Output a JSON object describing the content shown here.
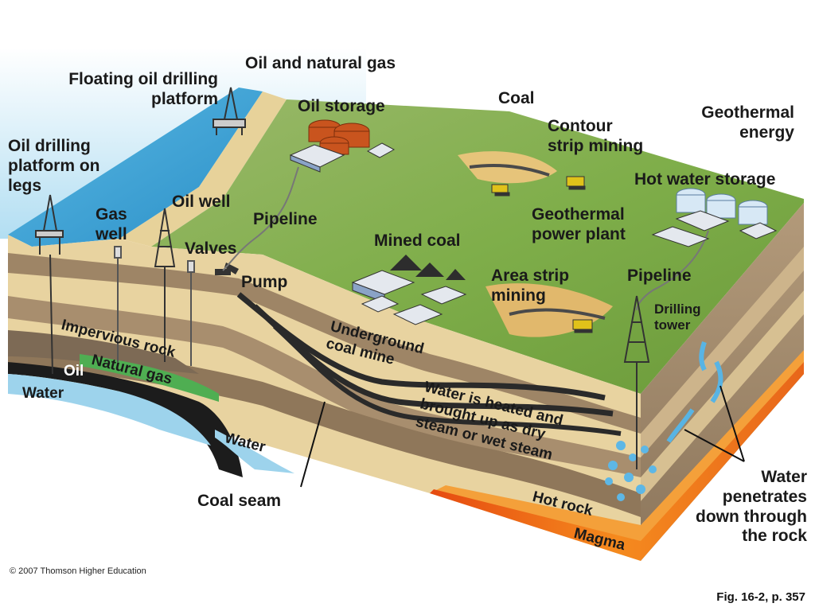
{
  "labels": {
    "oil_and_natural_gas": "Oil and natural gas",
    "floating_platform": [
      "Floating oil drilling",
      "platform"
    ],
    "oil_storage": "Oil storage",
    "coal": "Coal",
    "geothermal_energy": [
      "Geothermal",
      "energy"
    ],
    "contour_strip_mining": [
      "Contour",
      "strip mining"
    ],
    "oil_drilling_platform_legs": [
      "Oil drilling",
      "platform on",
      "legs"
    ],
    "hot_water_storage": "Hot water storage",
    "oil_well": "Oil well",
    "gas_well": [
      "Gas",
      "well"
    ],
    "pipeline_left": "Pipeline",
    "geothermal_power_plant": [
      "Geothermal",
      "power plant"
    ],
    "valves": "Valves",
    "mined_coal": "Mined coal",
    "pump": "Pump",
    "area_strip_mining": [
      "Area strip",
      "mining"
    ],
    "pipeline_right": "Pipeline",
    "drilling_tower": [
      "Drilling",
      "tower"
    ],
    "impervious_rock": "Impervious rock",
    "underground_coal_mine": [
      "Underground",
      "coal mine"
    ],
    "natural_gas": "Natural gas",
    "oil": "Oil",
    "water_left": "Water",
    "water_heated": [
      "Water is heated and",
      "brought up as dry",
      "steam or wet steam"
    ],
    "water_bottom": "Water",
    "coal_seam": "Coal seam",
    "hot_rock": "Hot rock",
    "magma": "Magma",
    "water_penetrates": [
      "Water",
      "penetrates",
      "down through",
      "the rock"
    ]
  },
  "footer": {
    "copyright": "© 2007 Thomson Higher Education",
    "figure_ref": "Fig. 16-2, p. 357"
  },
  "colors": {
    "sky": "#9fd6ef",
    "ocean": "#3fa6d8",
    "grass": "#7fae4a",
    "sand": "#e9d6a6",
    "rock_brown": "#a48a6e",
    "coal": "#2a2a2a",
    "magma": "#e65a14",
    "hot_rock": "#f2a23a",
    "natural_gas": "#4fae52",
    "storage_tank": "#c9541e"
  }
}
